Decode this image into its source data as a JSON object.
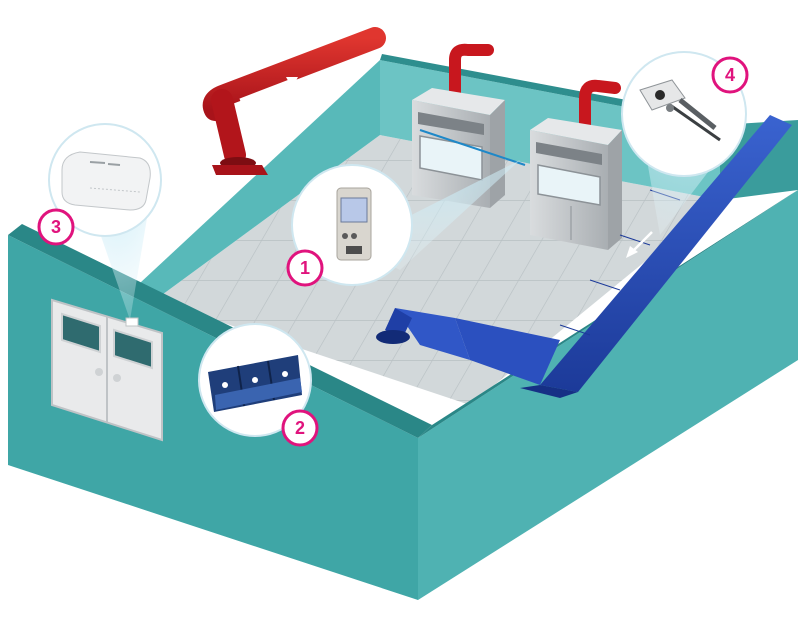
{
  "diagram": {
    "callouts": [
      {
        "number": "1",
        "item": "controller-panel"
      },
      {
        "number": "2",
        "item": "air-valve-actuator"
      },
      {
        "number": "3",
        "item": "room-sensor"
      },
      {
        "number": "4",
        "item": "damper-actuator"
      }
    ],
    "colors": {
      "wall": "#3fa6a6",
      "wall_dark": "#2a8787",
      "floor": "#cfd6d8",
      "exhaust_duct": "#c8171e",
      "supply_duct": "#2448b5",
      "fume_hood": "#c7cbce",
      "badge_border": "#e0137d",
      "arrow": "#ffffff"
    },
    "airflow": {
      "exhaust": "arrow-right",
      "supply": "arrow-left"
    }
  }
}
